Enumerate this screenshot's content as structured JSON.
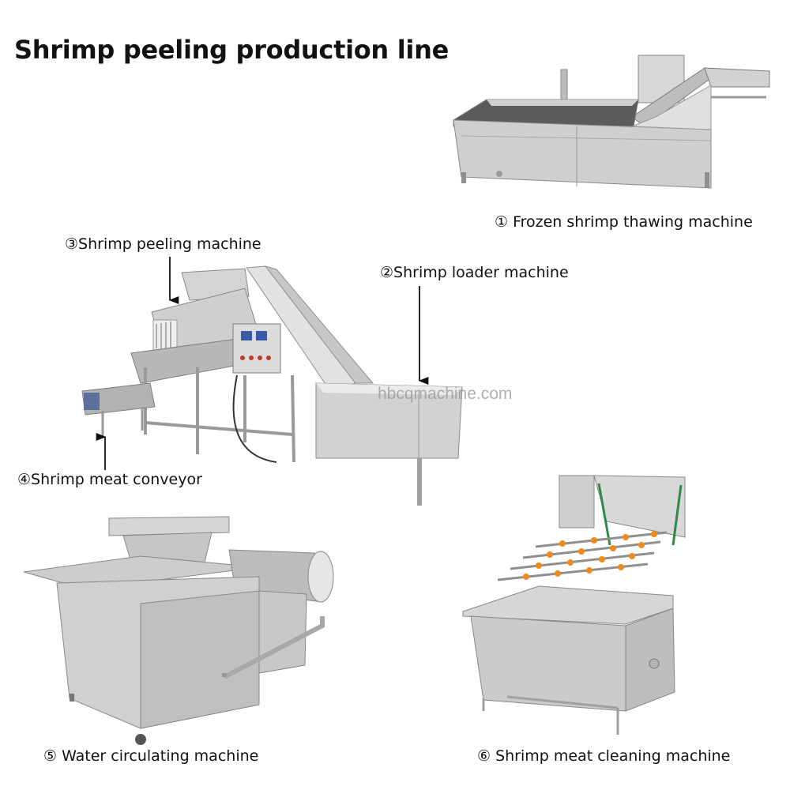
{
  "title": "Shrimp peeling production line",
  "watermark": "hbcqmachine.com",
  "machines": [
    {
      "label": "① Frozen shrimp thawing machine"
    },
    {
      "label": "②Shrimp loader machine"
    },
    {
      "label": "③Shrimp peeling machine"
    },
    {
      "label": "④Shrimp meat conveyor"
    },
    {
      "label": "⑤ Water circulating machine"
    },
    {
      "label": "⑥  Shrimp meat cleaning machine"
    }
  ],
  "colors": {
    "steel_light": "#e3e3e3",
    "steel_mid": "#c4c4c4",
    "steel_dark": "#8f8f8f",
    "nozzle_orange": "#f08a1c",
    "conveyor_green": "#2f8a4a",
    "panel_blue": "#3a5aa8"
  }
}
